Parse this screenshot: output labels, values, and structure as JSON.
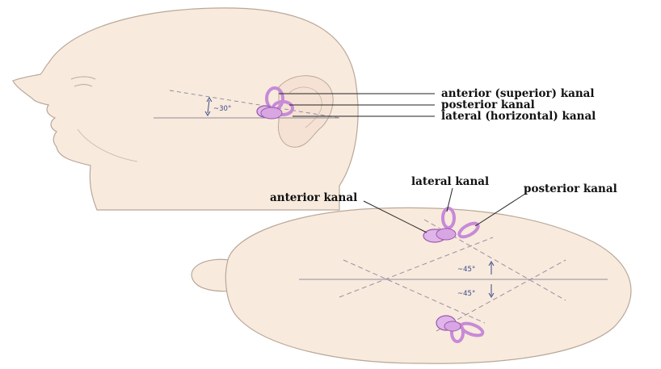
{
  "colors": {
    "skin": "#f8eadd",
    "outline": "#b9a89a",
    "canal": "#c78ad8",
    "canal_stroke": "#9a5aac",
    "guide": "#9a8fa0",
    "angle_text": "#3a4a8a"
  },
  "side_view": {
    "labels": {
      "anterior": "anterior (superior) kanal",
      "posterior": "posterior kanal",
      "lateral": "lateral (horizontal) kanal"
    },
    "angle": "~30°"
  },
  "top_view": {
    "labels": {
      "lateral": "lateral kanal",
      "anterior": "anterior kanal",
      "posterior": "posterior kanal"
    },
    "angle_upper": "~45°",
    "angle_lower": "~45°"
  }
}
